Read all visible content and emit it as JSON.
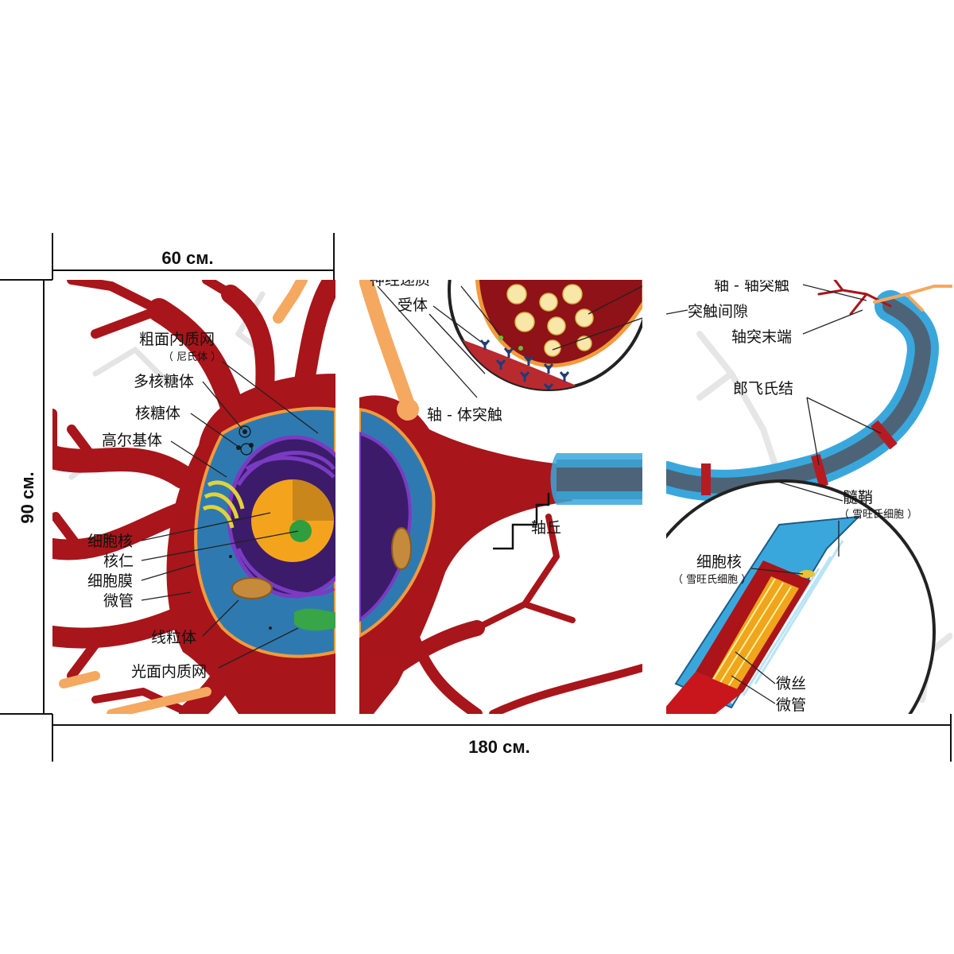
{
  "dimensions": {
    "panel_width": "60 см.",
    "total_width": "180 см.",
    "height": "90 см."
  },
  "panel1": {
    "labels": {
      "rough_er": "粗面内质网",
      "nissl": "（ 尼氏体 ）",
      "polyribosome": "多核糖体",
      "ribosome": "核糖体",
      "golgi": "高尔基体",
      "nucleus": "细胞核",
      "nucleolus": "核仁",
      "cell_membrane": "细胞膜",
      "microtubule": "微管",
      "mitochondria": "线粒体",
      "smooth_er": "光面内质网"
    }
  },
  "panel2": {
    "labels": {
      "neurotransmitter": "神经递质",
      "receptor": "受体",
      "axosomatic": "轴 - 体突触",
      "axon_hillock": "轴丘"
    }
  },
  "panel3": {
    "labels": {
      "axoaxonic": "轴 - 轴突触",
      "synaptic_cleft": "突触间隙",
      "axon_terminal": "轴突末端",
      "ranvier": "郎飞氏结",
      "myelin": "髓鞘",
      "schwann_paren": "（ 雪旺氏细胞 ）",
      "schwann_nucleus": "细胞核",
      "schwann_nucleus_paren": "（ 雪旺氏细胞 ）",
      "microfilament": "微丝",
      "microtubule": "微管"
    }
  },
  "colors": {
    "cell_body": "#a8151a",
    "cytoplasm": "#2e7ab0",
    "myelin": "#3aa7dc",
    "axon_core": "#4d6478",
    "nucleus": "#f3a41c",
    "nucleolus": "#2f9e3e",
    "er_purple": "#5a2a8f",
    "dendrite_orange": "#f5a860"
  }
}
